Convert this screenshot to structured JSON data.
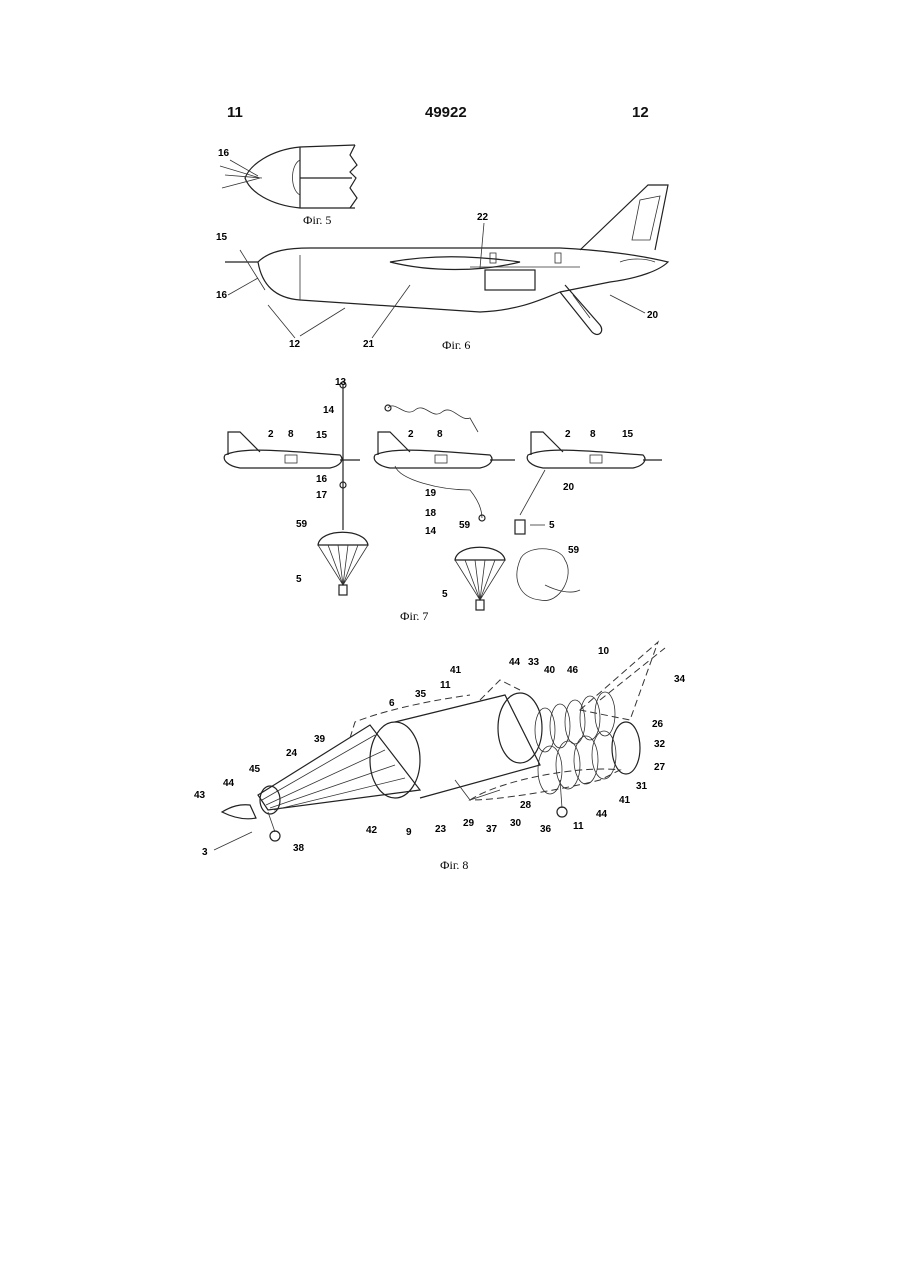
{
  "header": {
    "left_page": "11",
    "doc_number": "49922",
    "right_page": "12"
  },
  "figures": {
    "fig5": {
      "caption": "Фіг. 5",
      "labels": [
        "16"
      ]
    },
    "fig6": {
      "caption": "Фіг. 6",
      "labels": [
        "15",
        "16",
        "12",
        "21",
        "22",
        "20"
      ]
    },
    "fig7": {
      "caption": "Фіг. 7",
      "labels": [
        "13",
        "14",
        "2",
        "8",
        "15",
        "16",
        "17",
        "59",
        "5",
        "2",
        "8",
        "19",
        "18",
        "14",
        "59",
        "5",
        "2",
        "8",
        "15",
        "20",
        "5",
        "59"
      ]
    },
    "fig8": {
      "caption": "Фіг. 8",
      "labels": [
        "41",
        "44",
        "33",
        "10",
        "11",
        "40",
        "46",
        "34",
        "6",
        "35",
        "26",
        "32",
        "27",
        "31",
        "41",
        "44",
        "11",
        "36",
        "28",
        "30",
        "37",
        "29",
        "23",
        "9",
        "42",
        "39",
        "24",
        "45",
        "44",
        "43",
        "3",
        "38"
      ]
    }
  }
}
